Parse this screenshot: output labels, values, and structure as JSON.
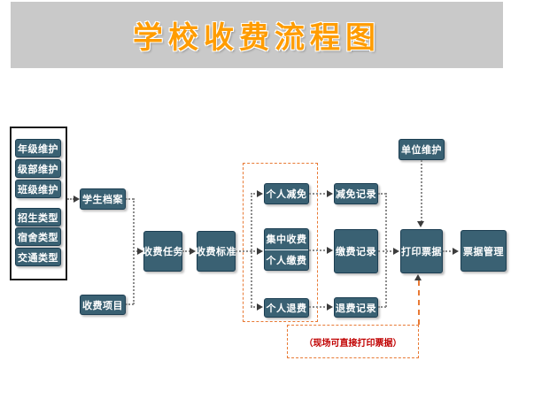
{
  "title": "学校收费流程图",
  "left_panel": {
    "items": [
      "年级维护",
      "级部维护",
      "班级维护",
      "招生类型",
      "宿舍类型",
      "交通类型"
    ]
  },
  "nodes": {
    "student_file": "学生档案",
    "fee_item": "收费项目",
    "fee_task": "收费任务",
    "fee_standard": "收费标准",
    "personal_reduction": "个人减免",
    "central_charge": "集中收费",
    "personal_payment": "个人缴费",
    "personal_refund": "个人退费",
    "reduction_record": "减免记录",
    "payment_record": "缴费记录",
    "refund_record": "退费记录",
    "unit_maintain": "单位维护",
    "print_receipt": "打印票据",
    "receipt_manage": "票据管理"
  },
  "annotation": "（现场可直接打印票据）",
  "colors": {
    "node_fill": "#3A6173",
    "node_border": "#1C3E52",
    "title_orange": "#FF9C00",
    "accent_orange": "#E87A35",
    "line_gray": "#8C8C8C",
    "annotation_red": "#C00000",
    "banner_gray": "#C9C9C9"
  }
}
